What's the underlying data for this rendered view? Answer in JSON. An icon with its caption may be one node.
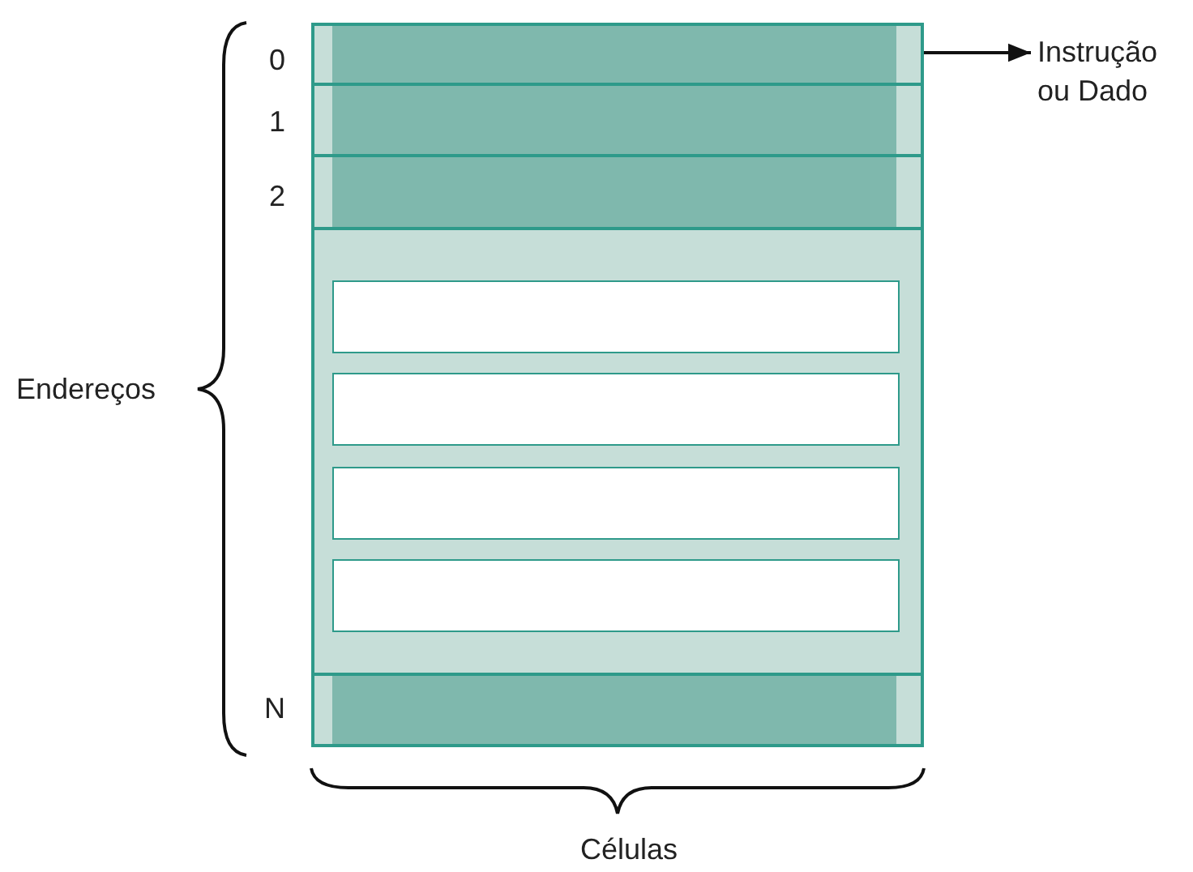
{
  "diagram": {
    "nodes": [
      {
        "text": [],
        "shape": "bar",
        "beside": [
          "0"
        ]
      },
      {
        "text": [],
        "shape": "bar",
        "beside": [
          "1"
        ]
      },
      {
        "text": [],
        "shape": "bar",
        "beside": [
          "2"
        ]
      },
      {
        "text": [],
        "shape": "box"
      },
      {
        "text": [],
        "shape": "box",
        "in": 3
      },
      {
        "text": [],
        "shape": "box",
        "in": 3
      },
      {
        "text": [],
        "shape": "box",
        "in": 3
      },
      {
        "text": [],
        "shape": "box",
        "in": 3
      },
      {
        "text": [],
        "shape": "bar",
        "beside": [
          "N"
        ]
      },
      {
        "text": [
          "Instrução ou Dado"
        ]
      }
    ],
    "edges": [
      {
        "from": 0,
        "to": 9,
        "arrow": "to"
      }
    ],
    "labels": [
      "Endereços",
      "Células"
    ]
  }
}
